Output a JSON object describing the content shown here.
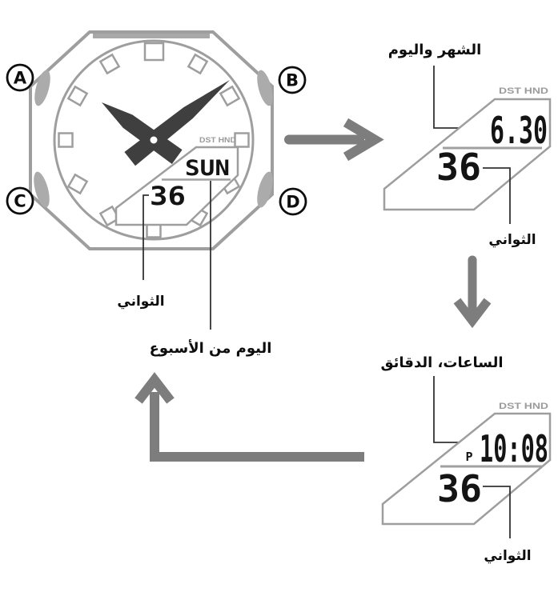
{
  "watch": {
    "buttons": [
      {
        "label": "A"
      },
      {
        "label": "B"
      },
      {
        "label": "C"
      },
      {
        "label": "D"
      }
    ],
    "lcd": {
      "indicator": "DST HND",
      "day": "SUN",
      "seconds": "36"
    },
    "callouts": {
      "seconds": "الثواني",
      "day_of_week": "اليوم من الأسبوع"
    }
  },
  "panel_date": {
    "title": "الشهر واليوم",
    "indicator": "DST HND",
    "value": "6.30",
    "seconds": "36",
    "seconds_label": "الثواني"
  },
  "panel_time": {
    "title": "الساعات، الدقائق",
    "indicator": "DST HND",
    "pm": "P",
    "value": "10:08",
    "seconds": "36",
    "seconds_label": "الثواني"
  },
  "colors": {
    "case_gray": "#9e9e9e",
    "arrow_gray": "#7d7d7d",
    "hand_dark": "#3f3f3f",
    "digit_black": "#141414",
    "indicator_gray": "#9b9b9b"
  }
}
